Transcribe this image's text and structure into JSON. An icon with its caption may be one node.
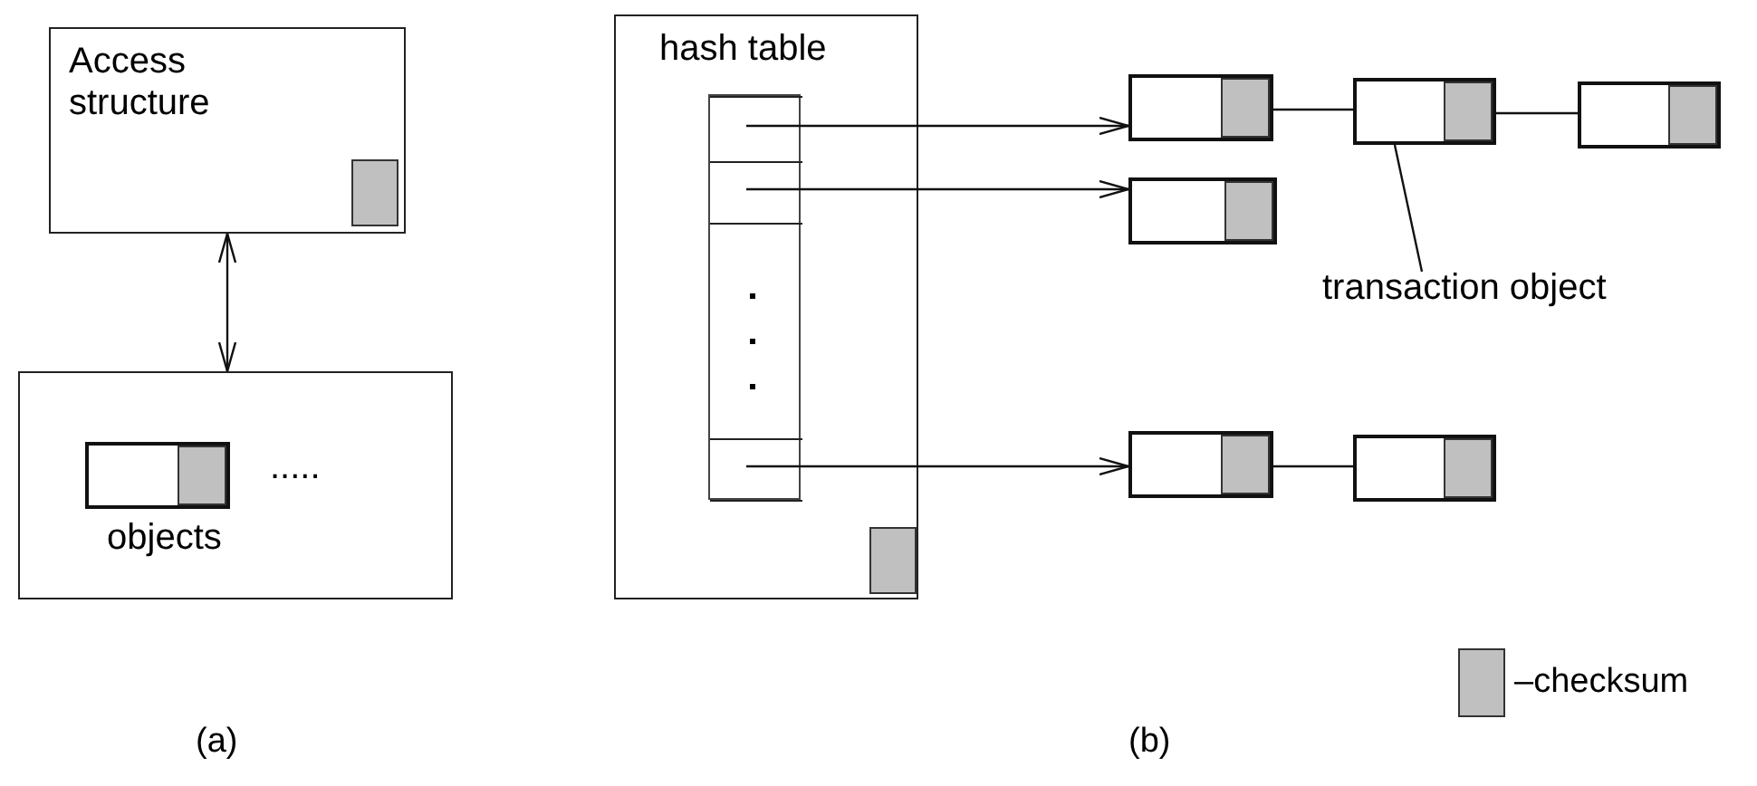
{
  "diagram": {
    "nodes": [
      {
        "text": [
          "Access structure"
        ]
      },
      {
        "text": [
          ".....",
          "objects"
        ]
      },
      {
        "text": [],
        "shape": "box",
        "in": 1
      },
      {
        "text": [
          "hash table"
        ]
      },
      {
        "text": [],
        "shape": "box",
        "in": 3
      },
      {
        "text": [],
        "shape": "box",
        "in": 4
      },
      {
        "text": [],
        "shape": "box",
        "in": 4
      },
      {
        "text": [],
        "shape": "box",
        "in": 4
      },
      {
        "text": [],
        "shape": "box"
      },
      {
        "text": [],
        "shape": "box"
      },
      {
        "text": [],
        "shape": "box"
      },
      {
        "text": [
          "transaction object"
        ]
      },
      {
        "text": [],
        "shape": "box"
      },
      {
        "text": [],
        "shape": "box"
      },
      {
        "text": [],
        "shape": "box"
      }
    ],
    "edges": [
      {
        "from": 0,
        "to": 1,
        "arrow": "both"
      },
      {
        "from": 5,
        "to": 8,
        "arrow": "to"
      },
      {
        "from": 6,
        "to": 12,
        "arrow": "to"
      },
      {
        "from": 7,
        "to": 13,
        "arrow": "to"
      },
      {
        "from": 8,
        "to": 9,
        "arrow": "none"
      },
      {
        "from": 9,
        "to": 10,
        "arrow": "none"
      },
      {
        "from": 11,
        "to": 9,
        "arrow": "none"
      },
      {
        "from": 13,
        "to": 14,
        "arrow": "none"
      }
    ],
    "labels": [
      "(a)",
      "(b)"
    ],
    "legend": [
      {
        "text": "–checksum",
        "color": "#c0c0c0"
      }
    ]
  }
}
